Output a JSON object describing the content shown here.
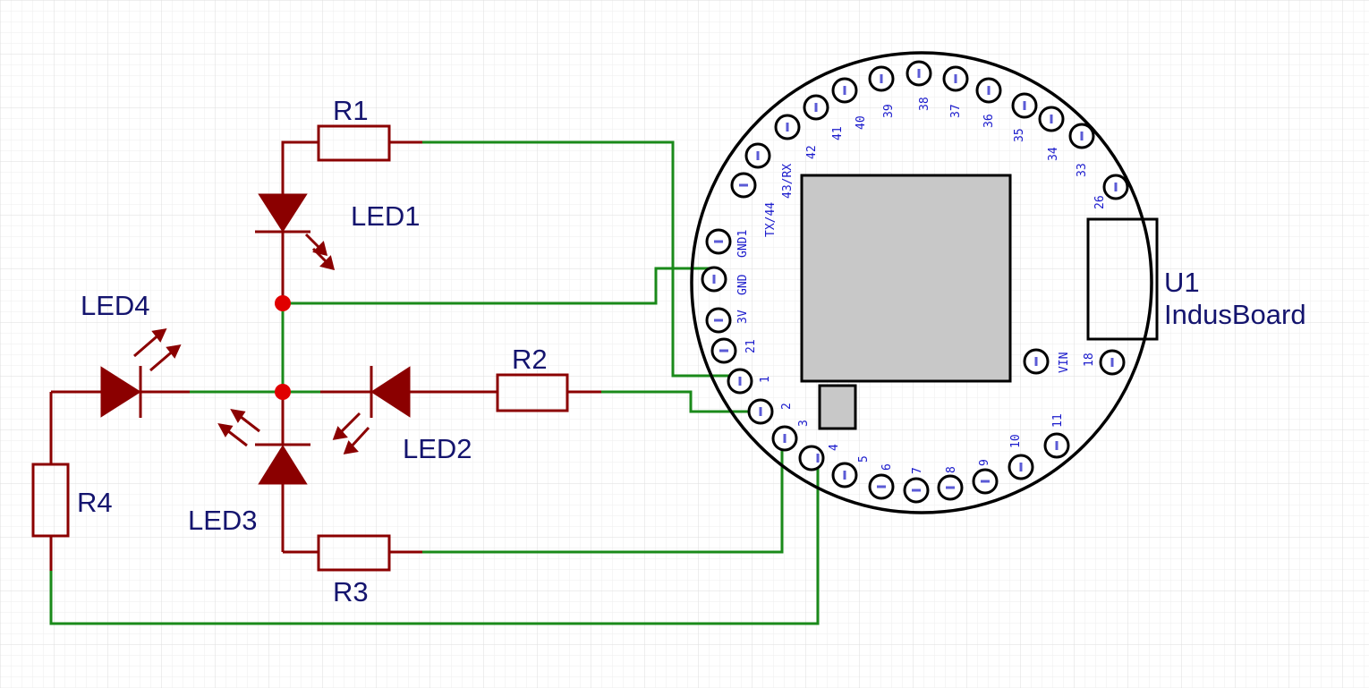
{
  "colors": {
    "background": "#ffffff",
    "grid": "#e8e8e8",
    "wire": "#1a8a1a",
    "component": "#8b0000",
    "junction": "#e00000",
    "label": "#14146e",
    "pin_label": "#1a1acc",
    "board_outline": "#000000",
    "module_fill": "#c8c8c8"
  },
  "components": {
    "r1": "R1",
    "r2": "R2",
    "r3": "R3",
    "r4": "R4",
    "led1": "LED1",
    "led2": "LED2",
    "led3": "LED3",
    "led4": "LED4"
  },
  "board": {
    "ref": "U1",
    "name": "IndusBoard",
    "pins": {
      "p43rx": "43/RX",
      "p42": "42",
      "p41": "41",
      "p40": "40",
      "p39": "39",
      "p38": "38",
      "p37": "37",
      "p36": "36",
      "p35": "35",
      "p34": "34",
      "p33": "33",
      "p26": "26",
      "tx44": "TX/44",
      "gnd1": "GND1",
      "gnd": "GND",
      "v3": "3V",
      "p21": "21",
      "p1": "1",
      "p2": "2",
      "p3": "3",
      "p4": "4",
      "p5": "5",
      "p6": "6",
      "p7": "7",
      "p8": "8",
      "p9": "9",
      "p10": "10",
      "p11": "11",
      "vin": "VIN",
      "p18": "18"
    }
  }
}
